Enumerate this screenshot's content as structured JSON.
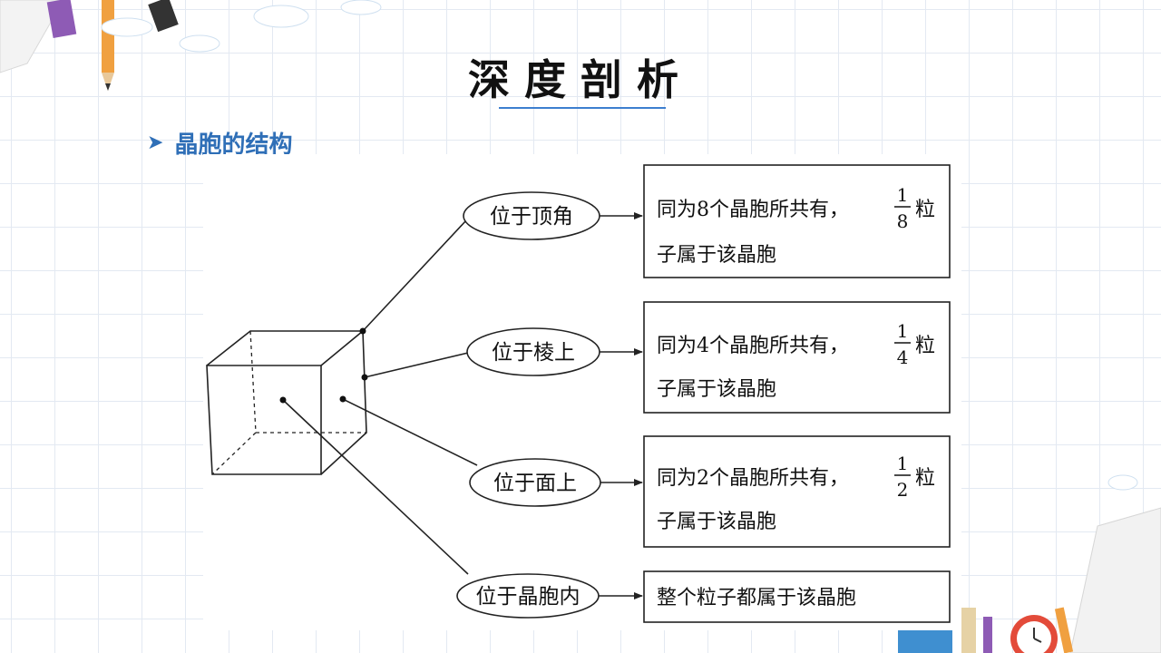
{
  "title": "深度剖析",
  "subheading": "晶胞的结构",
  "diagram": {
    "positions": [
      {
        "label": "位于顶角",
        "text_line1": "同为8个晶胞所共有，",
        "frac_num": "1",
        "frac_den": "8",
        "text_after": "粒",
        "text_line2": "子属于该晶胞"
      },
      {
        "label": "位于棱上",
        "text_line1": "同为4个晶胞所共有，",
        "frac_num": "1",
        "frac_den": "4",
        "text_after": "粒",
        "text_line2": "子属于该晶胞"
      },
      {
        "label": "位于面上",
        "text_line1": "同为2个晶胞所共有，",
        "frac_num": "1",
        "frac_den": "2",
        "text_after": "粒",
        "text_line2": "子属于该晶胞"
      },
      {
        "label": "位于晶胞内",
        "text_line1": "整个粒子都属于该晶胞"
      }
    ]
  },
  "colors": {
    "accent": "#2f6fb7",
    "rule": "#3d7fcf",
    "grid": "#e3e9f2"
  }
}
